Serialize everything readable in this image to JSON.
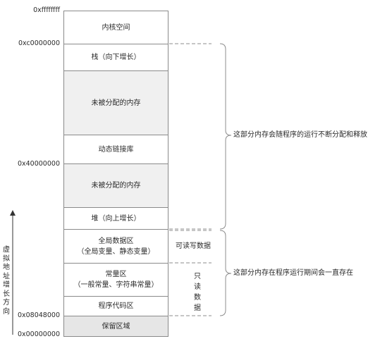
{
  "addresses": {
    "top": "0xffffffff",
    "kernel_base": "0xc0000000",
    "mmap_base": "0x40000000",
    "code_base": "0x08048000",
    "bottom": "0x00000000"
  },
  "segments": {
    "kernel": "内核空间",
    "stack": "栈（向下增长）",
    "unallocated_upper": "未被分配的内存",
    "shared_libs": "动态链接库",
    "unallocated_lower": "未被分配的内存",
    "heap": "堆（向上增长）",
    "global_data_line1": "全局数据区",
    "global_data_line2": "（全局变量、静态变量）",
    "constants_line1": "常量区",
    "constants_line2": "（一般常量、字符串常量）",
    "code": "程序代码区",
    "reserved": "保留区域"
  },
  "annotations": {
    "read_write": "可读写数据",
    "read_only": "只读数据",
    "dynamic_note": "这部分内存会随程序的运行不断分配和释放",
    "static_note": "这部分内存在程序运行期间会一直存在",
    "axis_label": "虚拟地址增长方向"
  },
  "colors": {
    "border": "#8a8a8a",
    "free_fill": "#f0f0f0",
    "reserved_fill": "#e6e6e6",
    "line": "#8c8c8c",
    "text": "#2a2a2a"
  }
}
